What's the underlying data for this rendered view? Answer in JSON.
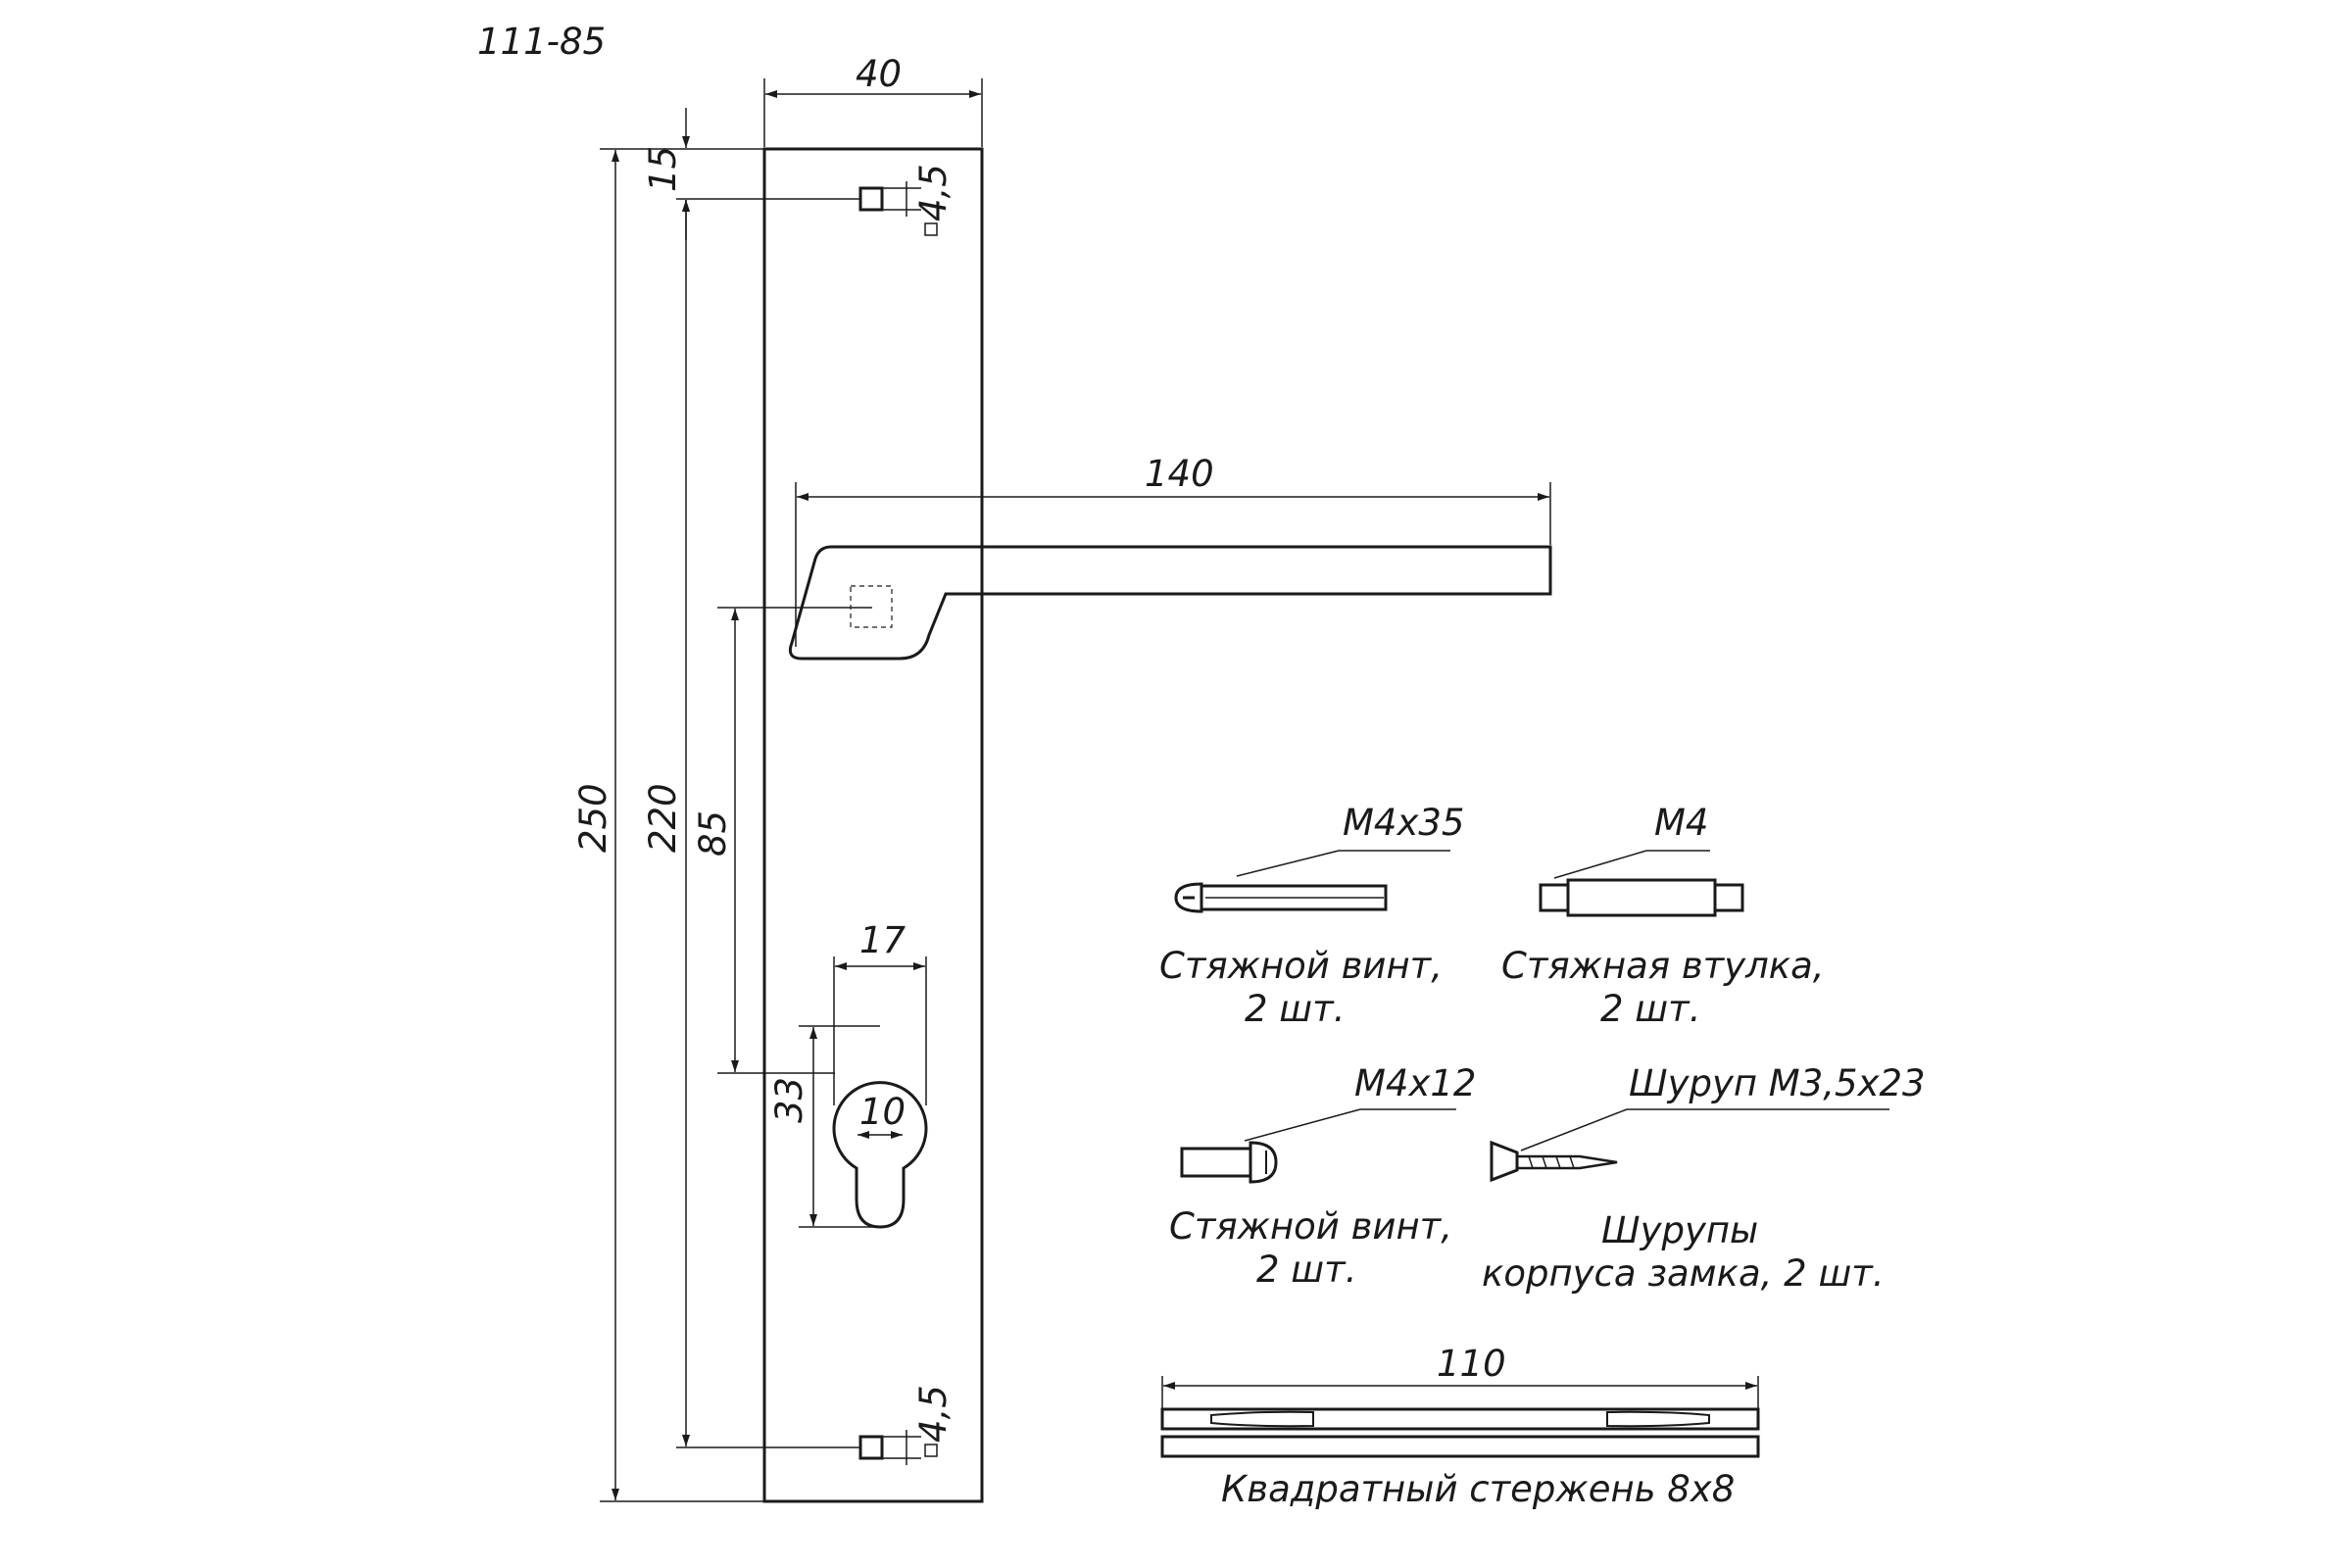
{
  "drawing": {
    "model_code": "111-85",
    "dimensions": {
      "plate_width": "40",
      "screw_offset": "15",
      "hole_top": "4,5",
      "hole_bottom": "4,5",
      "handle_length": "140",
      "overall_height": "250",
      "screw_spacing": "220",
      "center_distance": "85",
      "cylinder_width": "17",
      "cylinder_height": "33",
      "cylinder_slot": "10",
      "rod_length": "110"
    },
    "parts": [
      {
        "spec": "M4x35",
        "caption_line1": "Стяжной винт,",
        "caption_line2": "2 шт."
      },
      {
        "spec": "M4",
        "caption_line1": "Стяжная втулка,",
        "caption_line2": "2 шт."
      },
      {
        "spec": "M4x12",
        "caption_line1": "Стяжной винт,",
        "caption_line2": "2 шт."
      },
      {
        "spec": "Шуруп M3,5x23",
        "caption_line1": "Шурупы",
        "caption_line2": "корпуса замка, 2 шт."
      }
    ],
    "rod_caption": "Квадратный стержень 8x8"
  }
}
